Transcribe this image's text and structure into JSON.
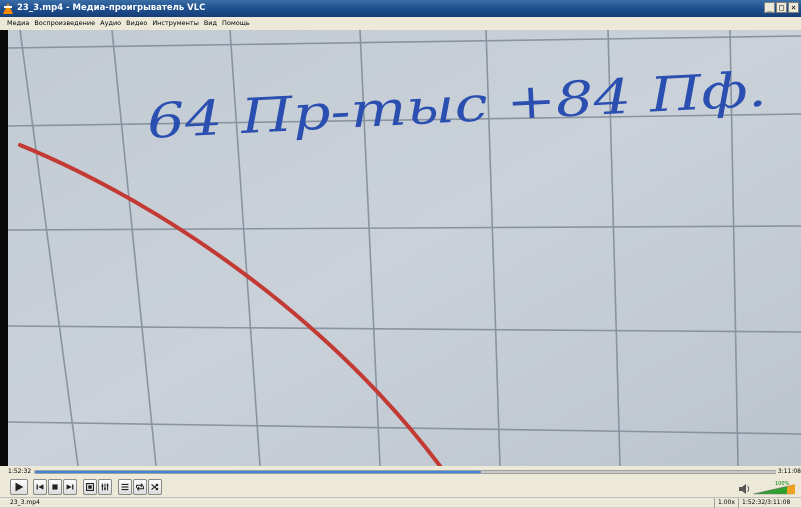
{
  "window": {
    "title": "23_3.mp4 - Медиа-проигрыватель VLC",
    "buttons": [
      "_",
      "□",
      "×"
    ]
  },
  "menu": [
    "Медиа",
    "Воспроизведение",
    "Аудио",
    "Видео",
    "Инструменты",
    "Вид",
    "Помощь"
  ],
  "video": {
    "handwriting": "64 Пр-тыс +84 Пф.",
    "ink_color": "#2a4fb0",
    "curve_color": "#c23a33",
    "paper_color": "#c5cdd6",
    "grid_color": "#7e8a97"
  },
  "seek": {
    "elapsed": "1:52:32",
    "total": "3:11:08",
    "progress": 0.589
  },
  "controls": {
    "icons": [
      "play-icon",
      "previous-icon",
      "stop-icon",
      "next-icon",
      "fullscreen-icon",
      "extended-settings-icon",
      "playlist-icon",
      "loop-icon",
      "shuffle-icon",
      "volume-icon"
    ],
    "volume_percent": "100%"
  },
  "status": {
    "filename": "23_3.mp4",
    "speed": "1.00x",
    "time": "1:52:32/3:11:08"
  }
}
